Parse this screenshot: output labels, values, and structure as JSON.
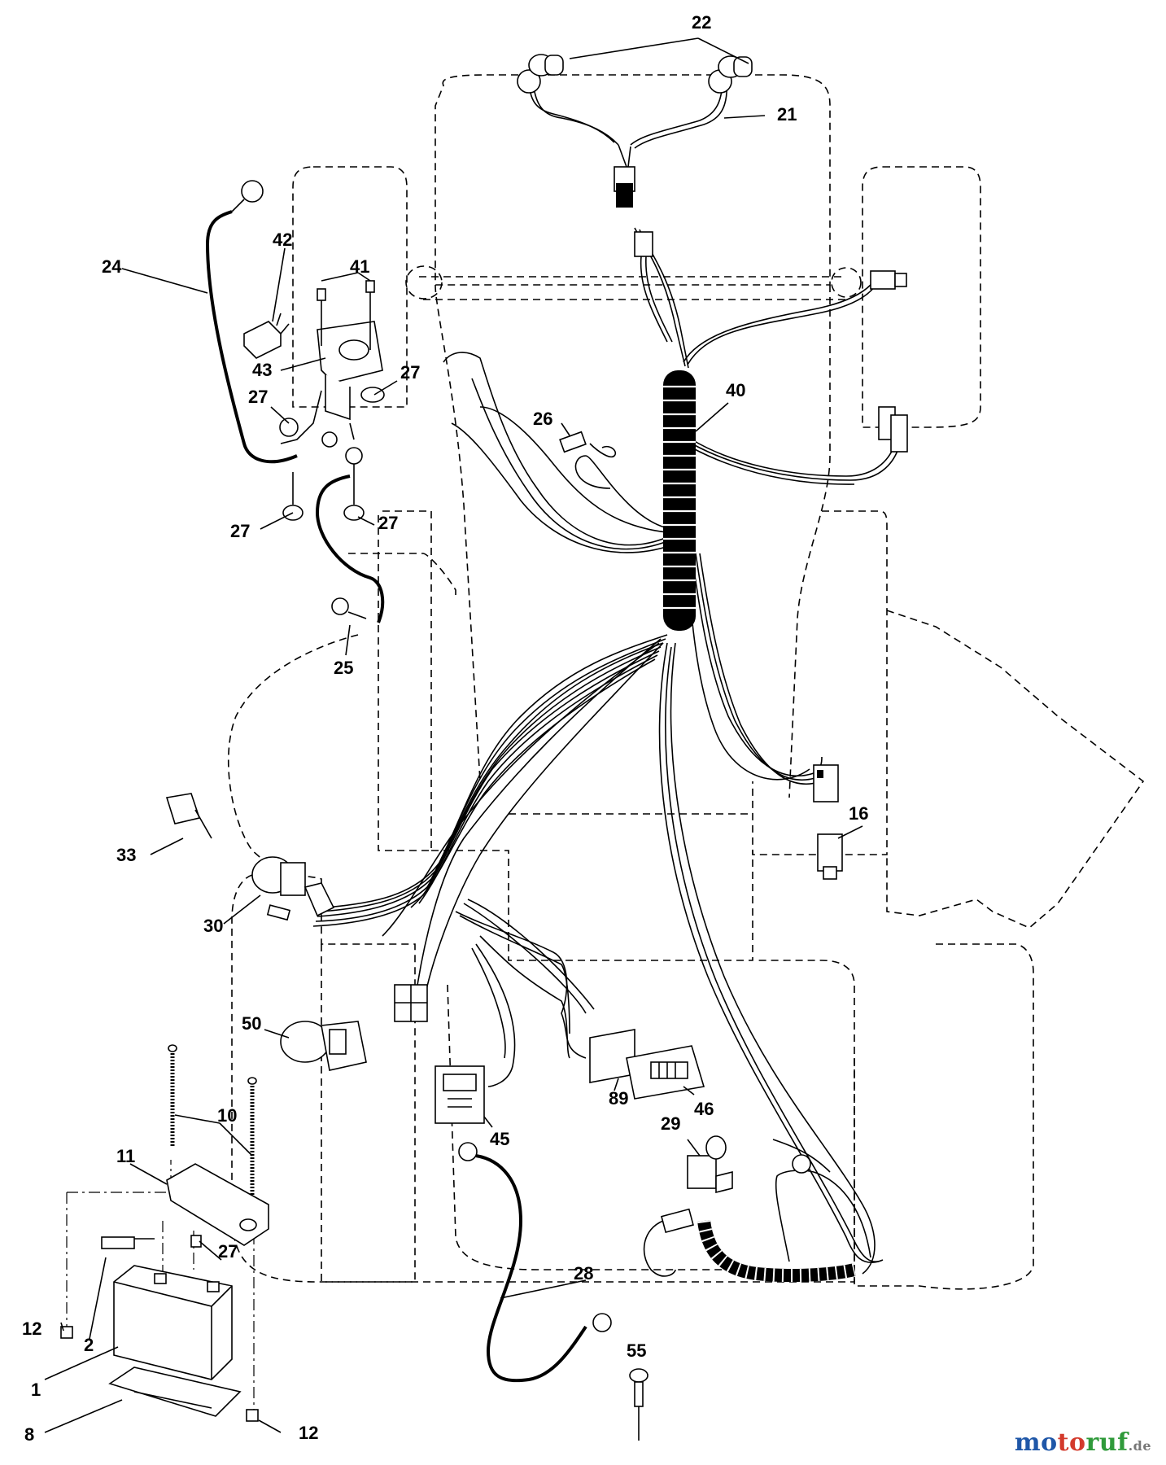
{
  "callouts": [
    {
      "id": "22",
      "label": "22"
    },
    {
      "id": "21",
      "label": "21"
    },
    {
      "id": "24",
      "label": "24"
    },
    {
      "id": "42",
      "label": "42"
    },
    {
      "id": "41",
      "label": "41"
    },
    {
      "id": "43",
      "label": "43"
    },
    {
      "id": "27a",
      "label": "27"
    },
    {
      "id": "27b",
      "label": "27"
    },
    {
      "id": "27c",
      "label": "27"
    },
    {
      "id": "27d",
      "label": "27"
    },
    {
      "id": "27e",
      "label": "27"
    },
    {
      "id": "40",
      "label": "40"
    },
    {
      "id": "26",
      "label": "26"
    },
    {
      "id": "25",
      "label": "25"
    },
    {
      "id": "16",
      "label": "16"
    },
    {
      "id": "33",
      "label": "33"
    },
    {
      "id": "30",
      "label": "30"
    },
    {
      "id": "50",
      "label": "50"
    },
    {
      "id": "10",
      "label": "10"
    },
    {
      "id": "11",
      "label": "11"
    },
    {
      "id": "89",
      "label": "89"
    },
    {
      "id": "46",
      "label": "46"
    },
    {
      "id": "45",
      "label": "45"
    },
    {
      "id": "29",
      "label": "29"
    },
    {
      "id": "28",
      "label": "28"
    },
    {
      "id": "12a",
      "label": "12"
    },
    {
      "id": "12b",
      "label": "12"
    },
    {
      "id": "2",
      "label": "2"
    },
    {
      "id": "1",
      "label": "1"
    },
    {
      "id": "8",
      "label": "8"
    },
    {
      "id": "55",
      "label": "55"
    }
  ],
  "watermark": {
    "part1": "mo",
    "part2": "to",
    "part3": "ruf",
    "suffix": ".de"
  }
}
